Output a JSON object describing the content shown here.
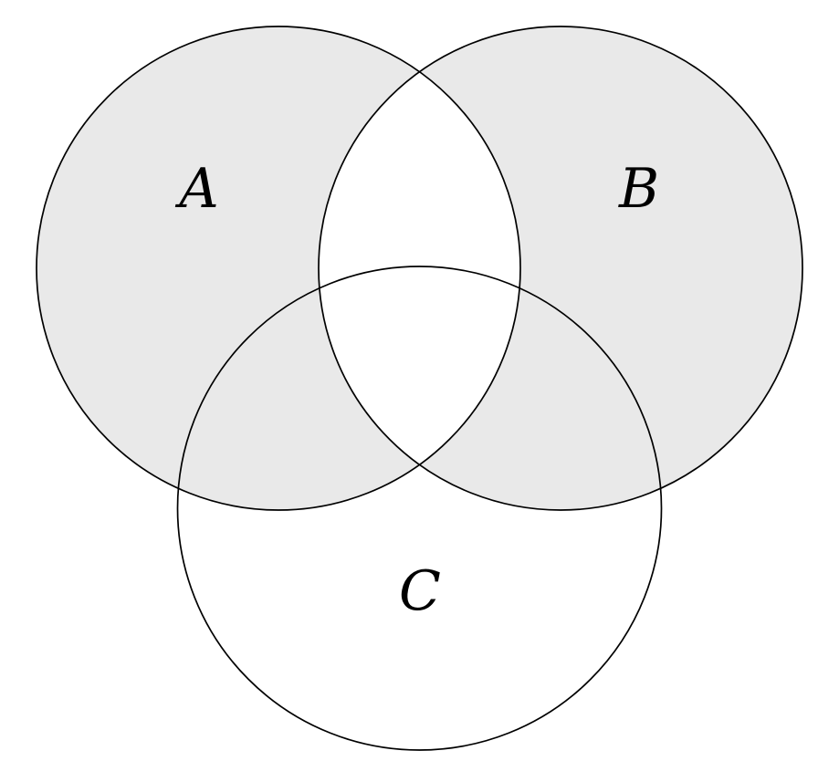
{
  "diagram": {
    "type": "venn-diagram-three-sets",
    "labels": {
      "set_a": "A",
      "set_b": "B",
      "set_c": "C"
    },
    "colors": {
      "shaded_fill": "#e9e9e9",
      "outline": "#000000",
      "background": "#ffffff"
    },
    "shaded_regions": [
      "A only",
      "B only",
      "A and C only",
      "B and C only"
    ],
    "unshaded_regions": [
      "A and B only",
      "A and B and C",
      "C only",
      "outside all sets"
    ]
  }
}
